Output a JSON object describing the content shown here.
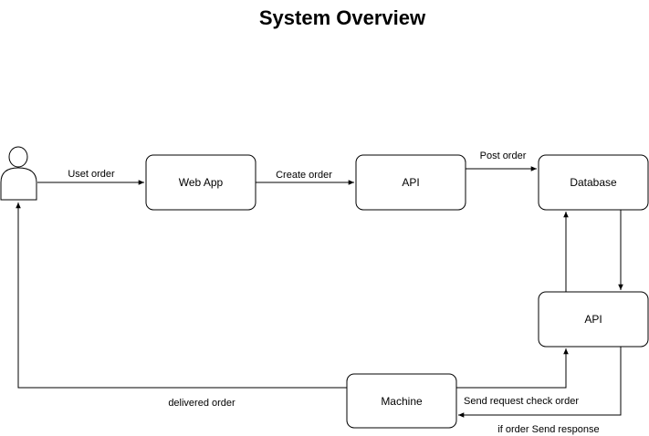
{
  "title": "System Overview",
  "nodes": {
    "user": {
      "icon": "user-actor-icon"
    },
    "web_app": {
      "label": "Web App"
    },
    "api_top": {
      "label": "API"
    },
    "database": {
      "label": "Database"
    },
    "api_right": {
      "label": "API"
    },
    "machine": {
      "label": "Machine"
    }
  },
  "edges": {
    "user_to_webapp": "Uset order",
    "webapp_to_api": "Create order",
    "api_to_database": "Post order",
    "machine_to_user": "delivered order",
    "machine_to_api": "Send request check order",
    "api_to_machine": "if order Send response"
  },
  "colors": {
    "stroke": "#000000",
    "fill": "#ffffff",
    "background": "#ffffff"
  }
}
